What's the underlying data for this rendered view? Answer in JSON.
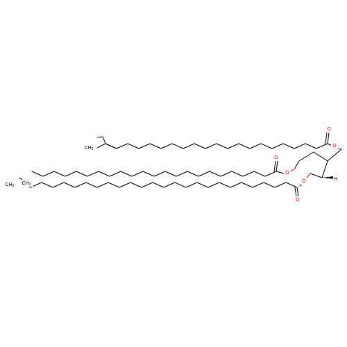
{
  "atoms": {
    "o_ester1_double": "O",
    "o_ester1_single": "O",
    "o_ester2_double": "O",
    "o_ester2_single": "O",
    "o_ester3_double": "O",
    "o_ester3_single": "O",
    "h_stereo": "H",
    "ch3_top": "CH",
    "ch3_top_sub": "3",
    "ch3_middle": "CH",
    "ch3_middle_sub": "3",
    "ch3_bottom": "CH",
    "ch3_bottom_sub": "3"
  },
  "colors": {
    "bond": "#000000",
    "oxygen": "#ff0000",
    "background": "#ffffff"
  }
}
